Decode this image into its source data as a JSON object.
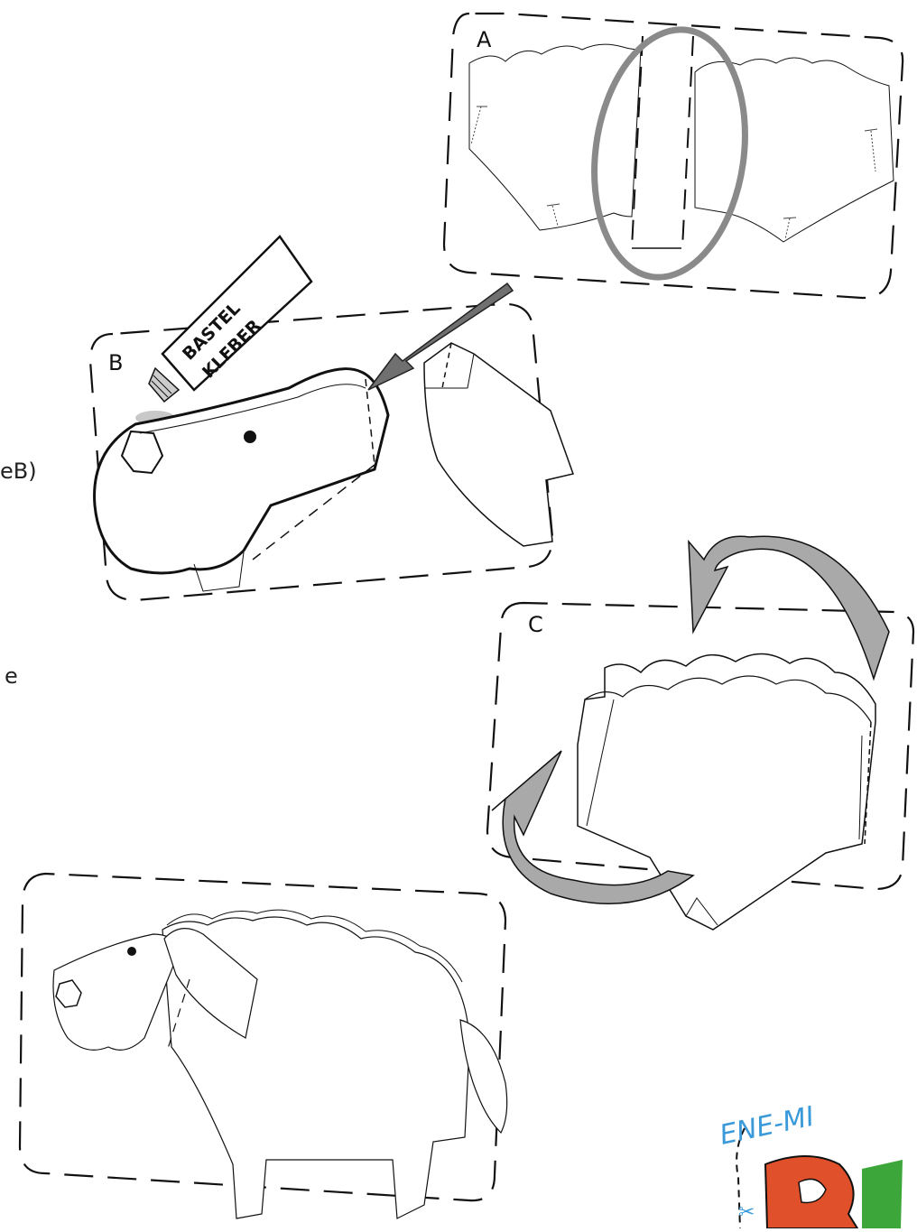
{
  "panels": {
    "a": {
      "label": "A"
    },
    "b": {
      "label": "B"
    },
    "c": {
      "label": "C"
    }
  },
  "glue_tube": {
    "line1": "BASTEL",
    "line2": "KLEBER"
  },
  "edge_fragments": {
    "left_top": "eB)",
    "left_mid": "e"
  },
  "logo": {
    "text": "ENE-MI"
  },
  "colors": {
    "ink": "#111111",
    "arrow_grey": "#a9a9a9",
    "arrow_dark": "#6f6f6f",
    "highlight_ring": "#8a8a8a",
    "logo_blue": "#3a9ad9",
    "logo_red": "#e0502a",
    "logo_green": "#3da63a"
  }
}
